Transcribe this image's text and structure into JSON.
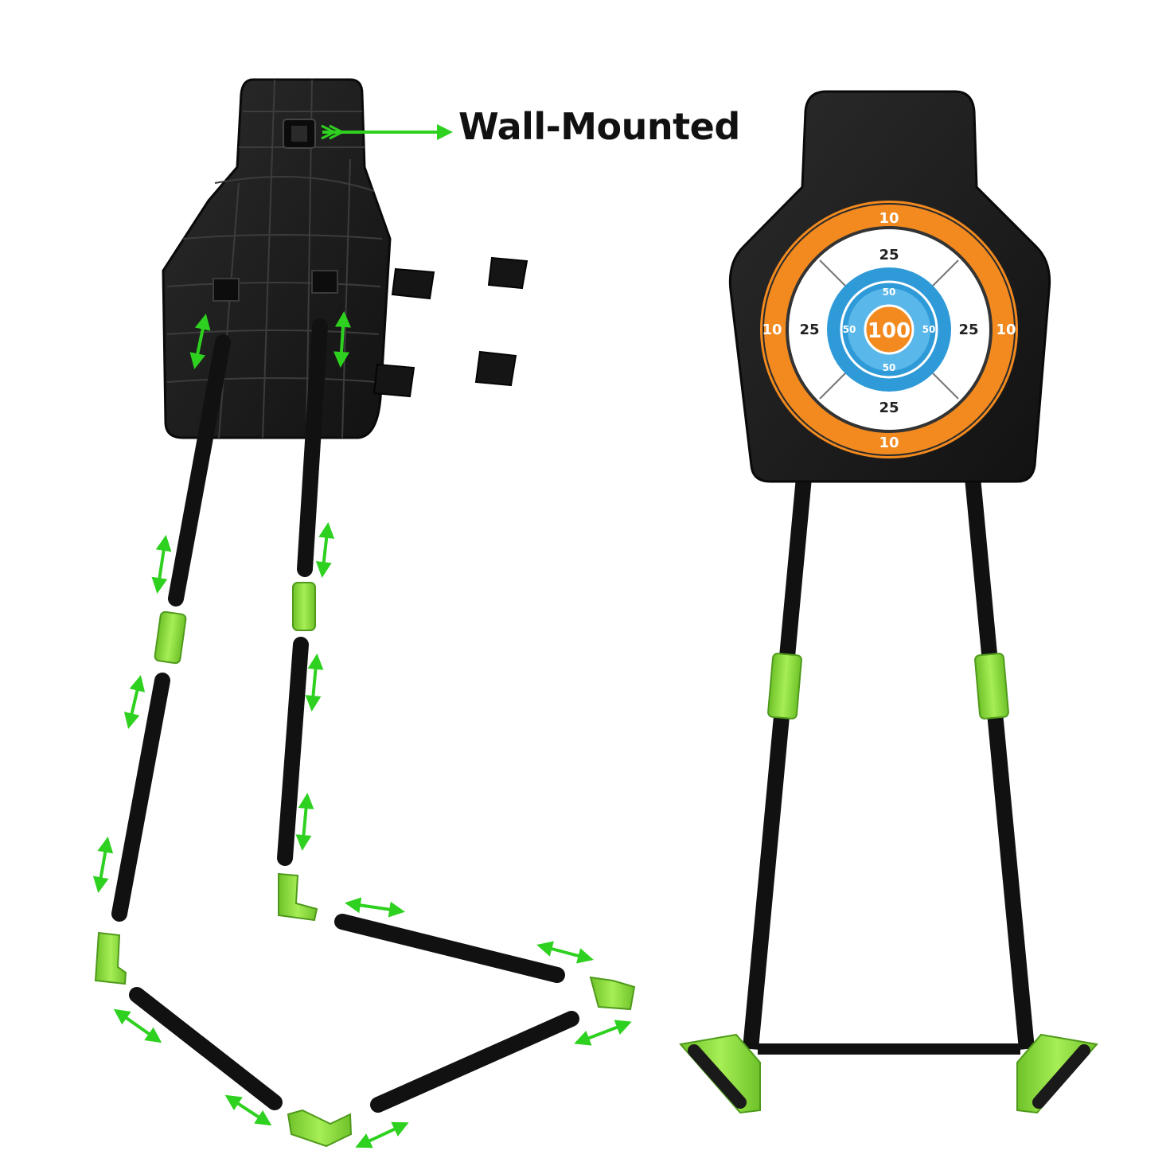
{
  "callout": {
    "text": "Wall-Mounted"
  },
  "target": {
    "outer_ring": [
      "10",
      "10",
      "10",
      "10"
    ],
    "white_ring": [
      "25",
      "25",
      "25",
      "25"
    ],
    "blue_ring": [
      "50",
      "50",
      "50",
      "50"
    ],
    "bullseye": "100"
  },
  "colors": {
    "accent_green": "#8ce03a",
    "arrow_green": "#2ed11f",
    "tube_black": "#111111",
    "board_black": "#1c1c1c",
    "ring_orange": "#f28a1f",
    "ring_blue": "#2f9ad8",
    "ring_white": "#ffffff"
  },
  "icons": {
    "assembly_arrow": "double-headed-arrow-icon",
    "fitting": "elbow-connector-icon"
  }
}
